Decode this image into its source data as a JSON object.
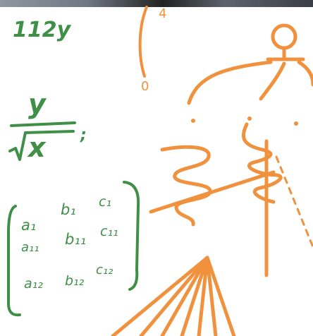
{
  "colors": {
    "ink_green": "#3f8f47",
    "ink_orange": "#f0913e",
    "top_strip_dark": "#222222",
    "background": "#ffffff"
  },
  "whiteboard": {
    "expression_top": "112y",
    "fraction": {
      "numerator": "y",
      "denominator": "x",
      "trailing": ";"
    },
    "matrix": [
      [
        "a₁",
        "b₁",
        "c₁"
      ],
      [
        "a₁₁",
        "b₁₁",
        "c₁₁"
      ],
      [
        "a₁₂",
        "b₁₂",
        "c₁₂"
      ]
    ],
    "orange_labels": [
      "4",
      "0"
    ]
  }
}
